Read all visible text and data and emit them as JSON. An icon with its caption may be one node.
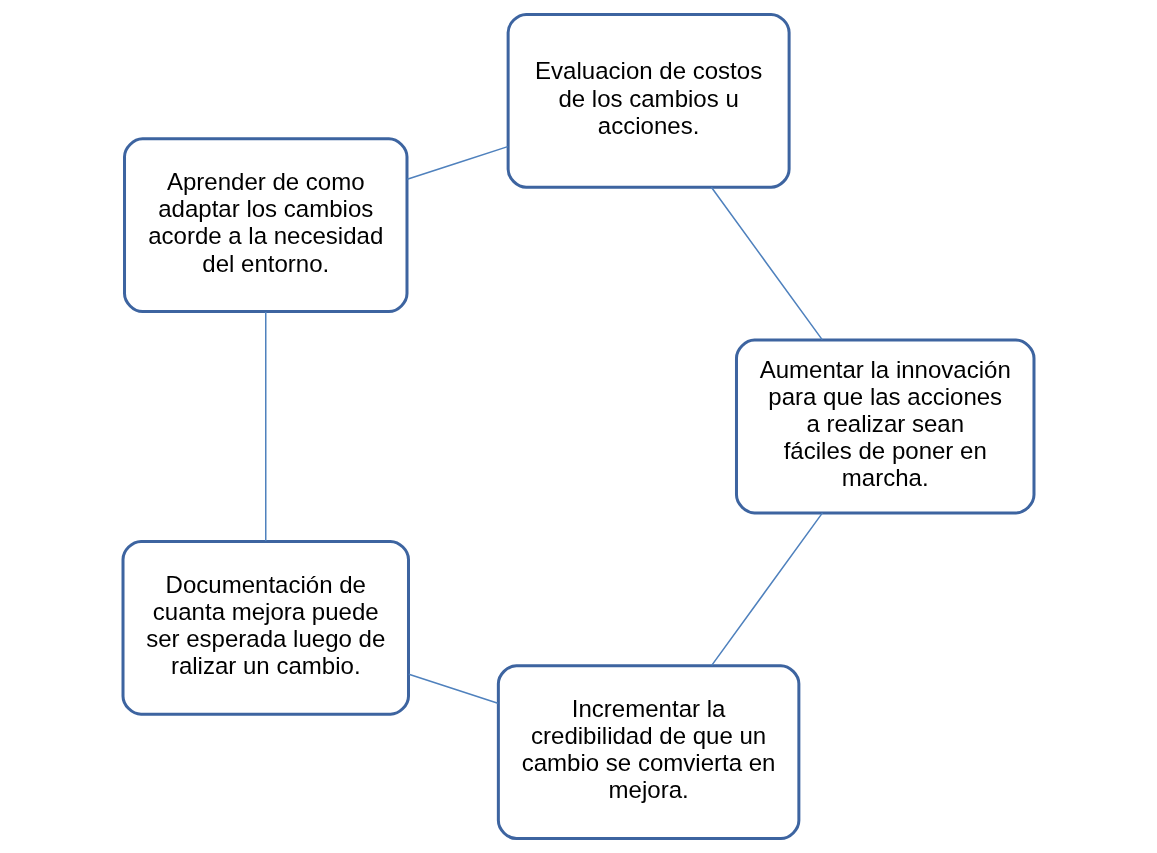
{
  "diagram": {
    "nodes": [
      {
        "text": [
          "Incrementar la credibilidad de que un cambio se comvierta en mejora."
        ]
      },
      {
        "text": [
          "Documentación de cuanta mejora puede ser esperada luego de ralizar un cambio."
        ]
      },
      {
        "text": [
          "Aprender de como adaptar los cambios acorde a la necesidad del entorno."
        ]
      },
      {
        "text": [
          "Evaluacion de costos de los cambios u acciones."
        ]
      },
      {
        "text": [
          "Aumentar la innovación para que las acciones a realizar sean fáciles de poner en marcha."
        ]
      }
    ],
    "edges": [
      {
        "from": 0,
        "to": 1,
        "arrow": "none"
      },
      {
        "from": 1,
        "to": 2,
        "arrow": "none"
      },
      {
        "from": 2,
        "to": 3,
        "arrow": "none"
      },
      {
        "from": 3,
        "to": 4,
        "arrow": "none"
      },
      {
        "from": 4,
        "to": 0,
        "arrow": "none"
      }
    ]
  }
}
